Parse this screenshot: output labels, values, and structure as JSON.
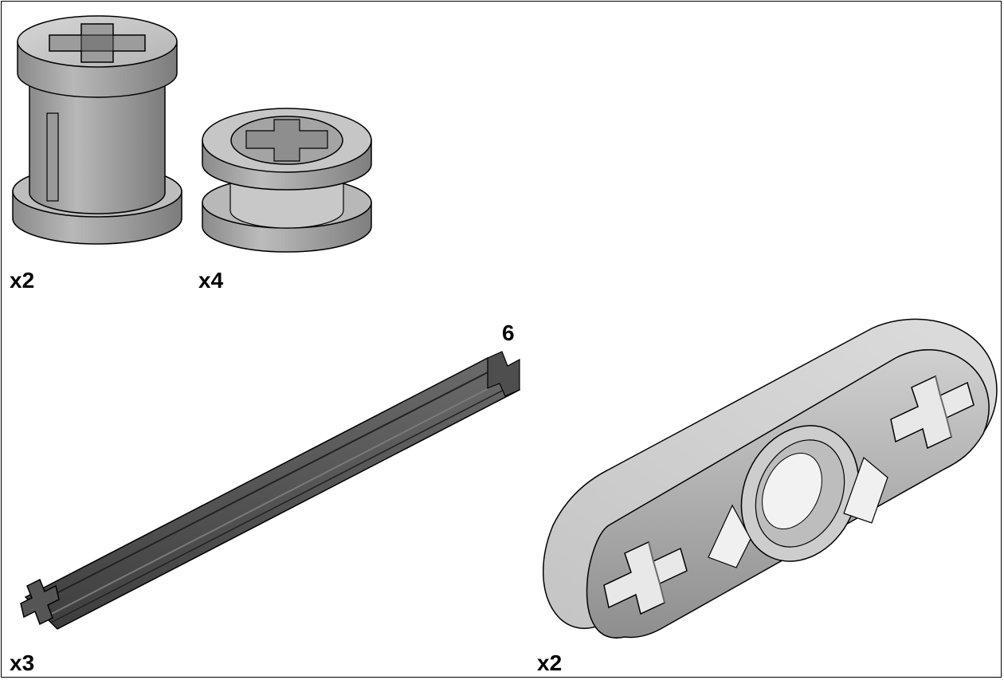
{
  "parts": [
    {
      "name": "bush",
      "quantity": "x2",
      "color": "#a8a8a8"
    },
    {
      "name": "half-bush",
      "quantity": "x4",
      "color": "#a8a8a8"
    },
    {
      "name": "axle",
      "quantity": "x3",
      "length_label": "6",
      "color": "#4a4a4a"
    },
    {
      "name": "liftarm-thin",
      "quantity": "x2",
      "color": "#b0b0b0"
    }
  ]
}
